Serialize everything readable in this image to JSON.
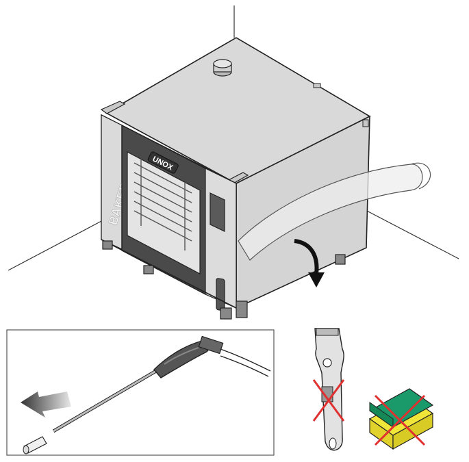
{
  "oven": {
    "brand_logo": "UNOX",
    "model_label": "BAKERTOP"
  },
  "panels": {
    "pipe_insert": {
      "caption": "",
      "arrow": "pull-out-direction"
    },
    "tools": {
      "scraper": {
        "crossed_out": true,
        "cross_color": "#e03030"
      },
      "scouring_sponge": {
        "crossed_out": true,
        "cross_color": "#e03030",
        "colors": {
          "top": "#1a9a6a",
          "bottom": "#f0e63a"
        }
      }
    }
  },
  "instructions": {
    "film_removal_arrow": "peel-direction"
  }
}
